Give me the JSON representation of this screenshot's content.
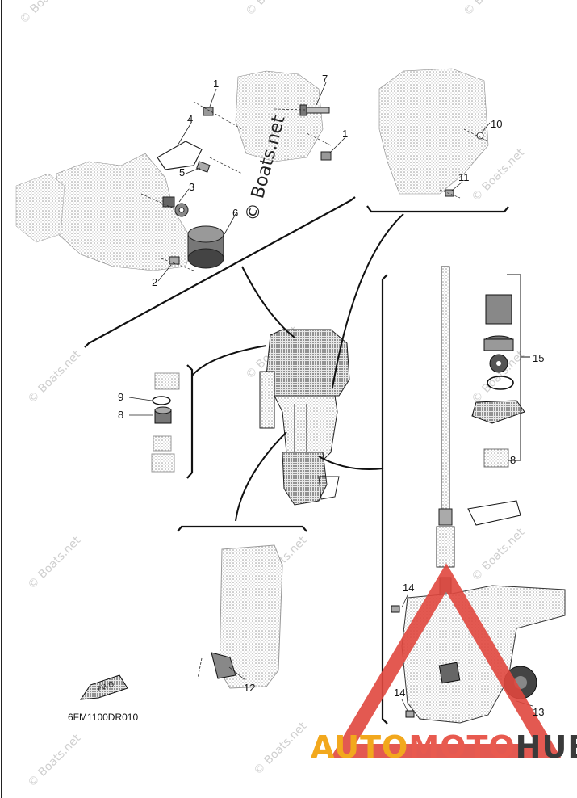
{
  "diagram": {
    "part_code": "6FM1100DR010",
    "callouts": {
      "c1a": "1",
      "c1b": "1",
      "c2": "2",
      "c3": "3",
      "c4": "4",
      "c5": "5",
      "c6": "6",
      "c7": "7",
      "c8a": "8",
      "c8b": "8",
      "c9": "9",
      "c10": "10",
      "c11": "11",
      "c12": "12",
      "c13": "13",
      "c14a": "14",
      "c14b": "14",
      "c15": "15"
    },
    "fwd_label": "FWD"
  },
  "watermark": {
    "main": "© Boats.net",
    "tile": "© Boats.net"
  },
  "brand": {
    "part1": "AUTO",
    "part2": "MOTO",
    "part3": "HUB",
    "color_auto": "#f2a81d",
    "color_moto": "#e85a4f",
    "color_hub": "#3a3a3a",
    "triangle_color": "#e0473e"
  }
}
